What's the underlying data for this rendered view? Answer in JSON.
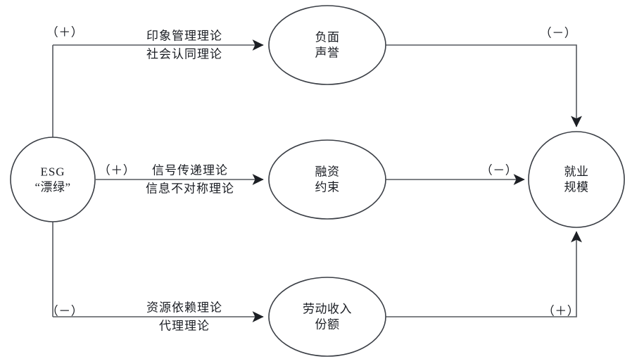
{
  "diagram": {
    "type": "mechanism-path-diagram",
    "background_color": "#ffffff",
    "stroke_color": "#3b3f46",
    "text_color": "#1b1e24"
  },
  "nodes": {
    "source": {
      "id": "esg-greenwashing",
      "shape": "circle",
      "line1": "ESG",
      "line2": "“漂绿”"
    },
    "mediator_top": {
      "id": "negative-reputation",
      "shape": "ellipse",
      "line1": "负面",
      "line2": "声誉"
    },
    "mediator_middle": {
      "id": "financing-constraint",
      "shape": "ellipse",
      "line1": "融资",
      "line2": "约束"
    },
    "mediator_bottom": {
      "id": "labor-income-share",
      "shape": "ellipse",
      "line1": "劳动收入",
      "line2": "份额"
    },
    "outcome": {
      "id": "employment-scale",
      "shape": "circle",
      "line1": "就业",
      "line2": "规模"
    }
  },
  "paths": {
    "top": {
      "sign_in": "（＋）",
      "theory1": "印象管理理论",
      "theory2": "社会认同理论",
      "sign_out": "（－）"
    },
    "middle": {
      "sign_in": "（＋）",
      "theory1": "信号传递理论",
      "theory2": "信息不对称理论",
      "sign_out": "（－）"
    },
    "bottom": {
      "sign_in": "（－）",
      "theory1": "资源依赖理论",
      "theory2": "代理理论",
      "sign_out": "（＋）"
    }
  }
}
